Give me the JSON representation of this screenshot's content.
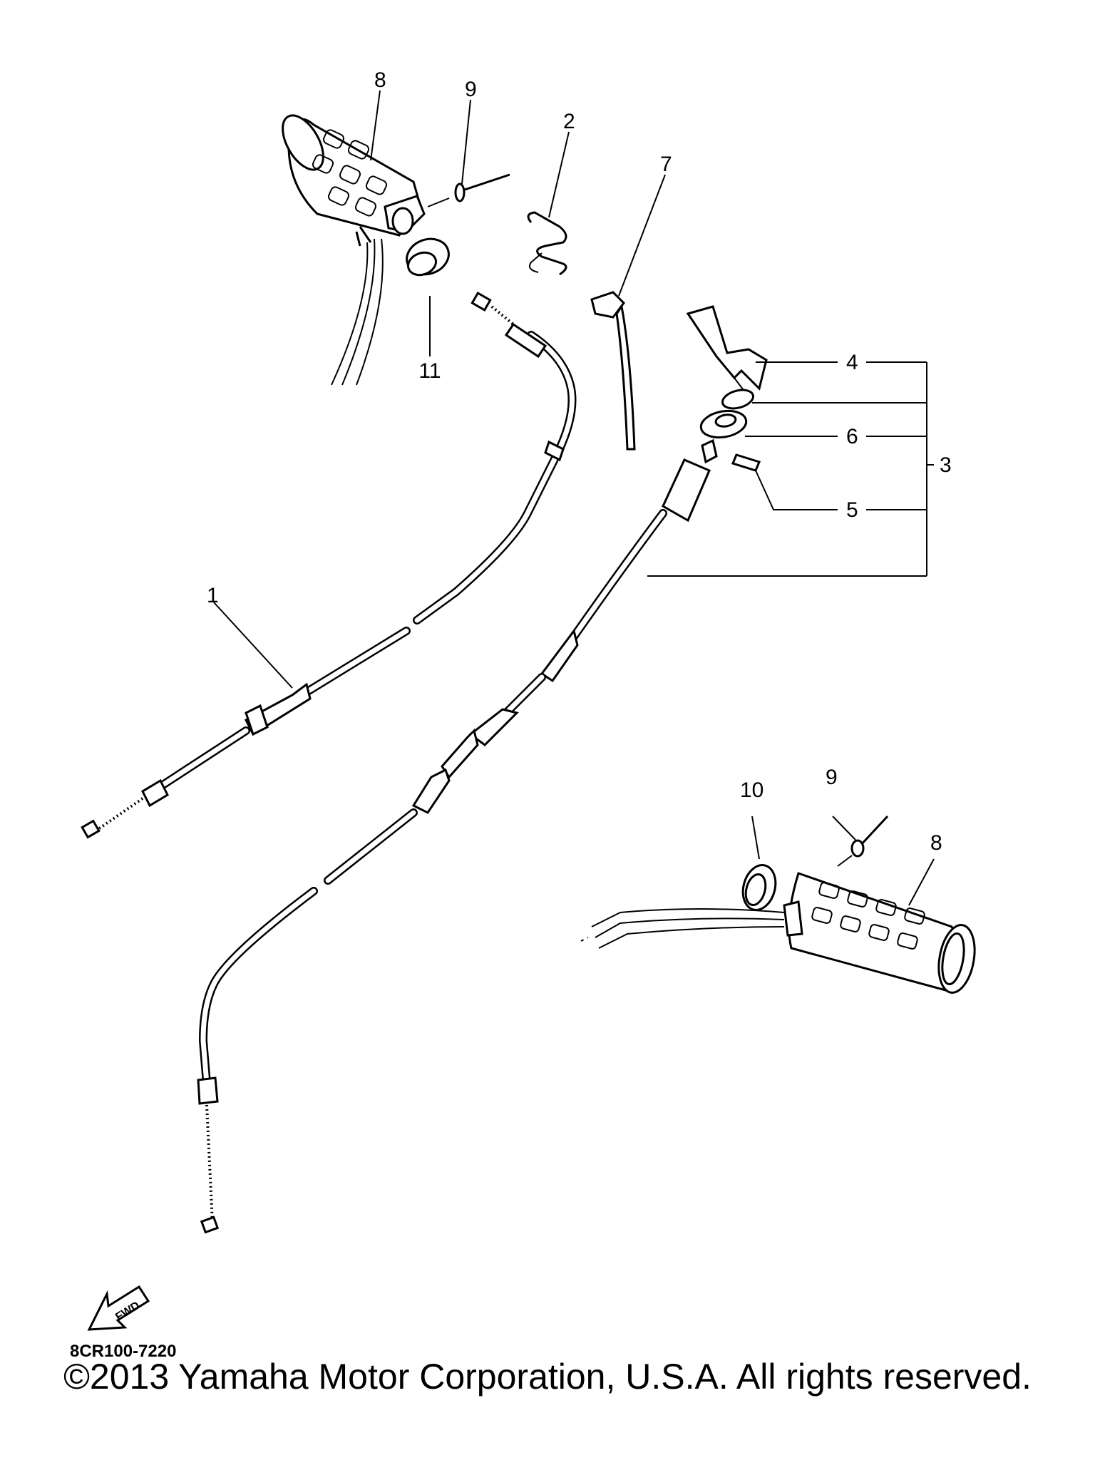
{
  "diagram": {
    "callouts": [
      {
        "id": "1",
        "label": "1"
      },
      {
        "id": "2",
        "label": "2"
      },
      {
        "id": "3",
        "label": "3"
      },
      {
        "id": "4",
        "label": "4"
      },
      {
        "id": "5",
        "label": "5"
      },
      {
        "id": "6",
        "label": "6"
      },
      {
        "id": "7",
        "label": "7"
      },
      {
        "id": "8a",
        "label": "8"
      },
      {
        "id": "8b",
        "label": "8"
      },
      {
        "id": "9a",
        "label": "9"
      },
      {
        "id": "9b",
        "label": "9"
      },
      {
        "id": "10",
        "label": "10"
      },
      {
        "id": "11",
        "label": "11"
      }
    ],
    "fwd_label": "FWD",
    "figure_code": "8CR100-7220"
  },
  "footer": {
    "copyright": "©2013 Yamaha Motor Corporation, U.S.A. All rights reserved."
  }
}
